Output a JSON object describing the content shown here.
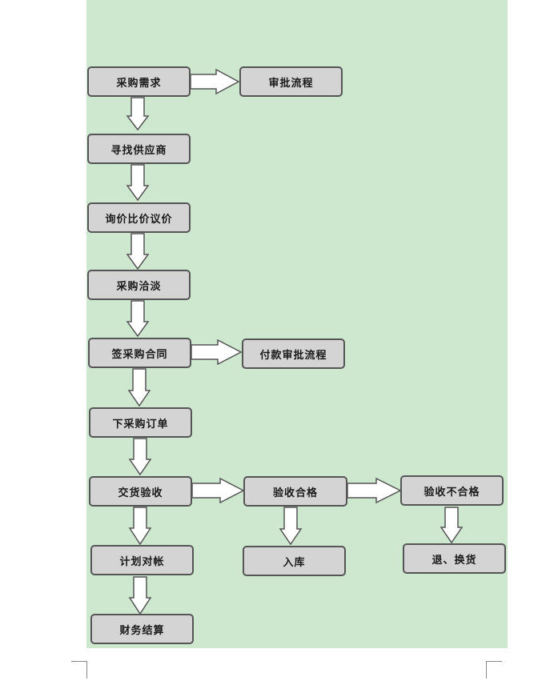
{
  "diagram": {
    "nodes": {
      "purchase_demand": "采购需求",
      "approval_process": "审批流程",
      "find_supplier": "寻找供应商",
      "price_inquiry": "询价比价议价",
      "purchase_negotiation": "采购洽淡",
      "sign_contract": "签采购合同",
      "payment_approval": "付款审批流程",
      "place_order": "下采购订单",
      "delivery_inspection": "交货验收",
      "inspection_passed": "验收合格",
      "inspection_failed": "验收不合格",
      "plan_reconcile": "计划对帐",
      "warehousing": "入库",
      "return_exchange": "退、换货",
      "financial_settlement": "财务结算"
    }
  },
  "colors": {
    "background": "#cde8cf",
    "node_fill": "#d4d4d4",
    "node_border": "#555555",
    "arrow_fill": "#ffffff",
    "arrow_stroke": "#555555"
  }
}
